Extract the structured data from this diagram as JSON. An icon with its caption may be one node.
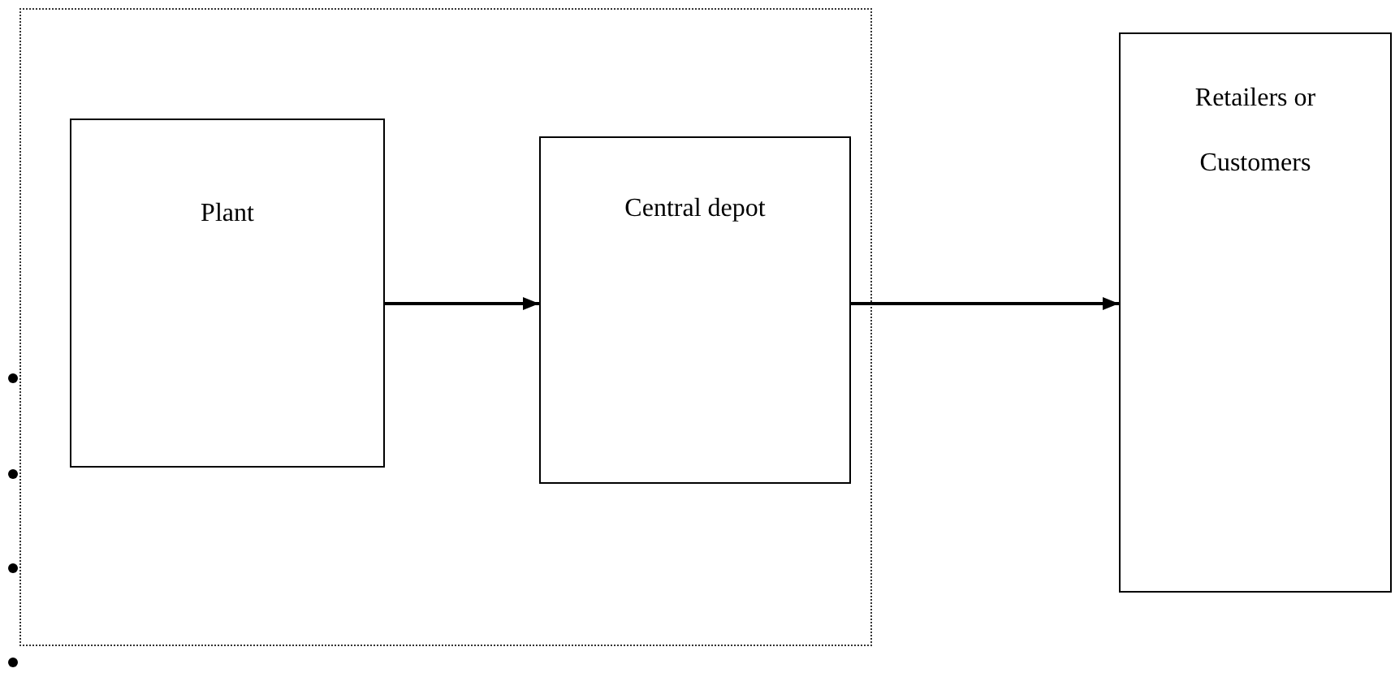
{
  "diagram": {
    "nodes": [
      {
        "text": [],
        "shape": "box"
      },
      {
        "text": [
          "Plant"
        ],
        "in": 0
      },
      {
        "text": [
          "Central depot"
        ],
        "in": 0
      },
      {
        "text": [
          "Retailers or Customers"
        ]
      }
    ],
    "edges": [
      {
        "from": 1,
        "to": 2,
        "arrow": "to"
      },
      {
        "from": 2,
        "to": 3,
        "arrow": "to"
      }
    ]
  }
}
